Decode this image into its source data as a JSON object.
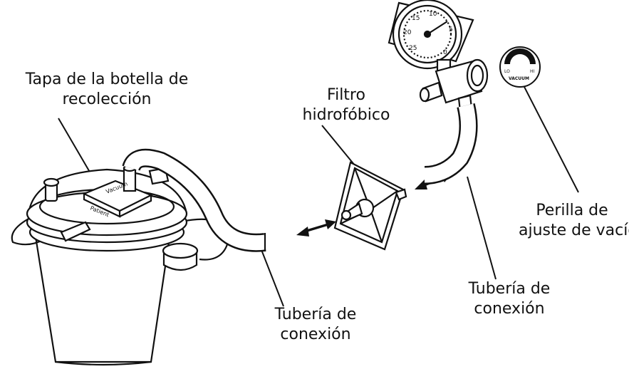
{
  "labels": {
    "lid": [
      "Tapa de la botella de",
      "recolección"
    ],
    "filter": [
      "Filtro",
      "hidrofóbico"
    ],
    "knob": [
      "Perilla de",
      "ajuste de vacío"
    ],
    "tubing_left": [
      "Tubería de",
      "conexión"
    ],
    "tubing_right": [
      "Tubería de",
      "conexión"
    ]
  },
  "gauge": {
    "scale": [
      "0",
      "5",
      "10",
      "15",
      "20",
      "25"
    ]
  },
  "knob_face": {
    "lo": "LO",
    "hi": "HI",
    "caption": "VACUUM"
  },
  "lid_plate": {
    "marks": [
      "Vacuum",
      "Patient"
    ]
  }
}
